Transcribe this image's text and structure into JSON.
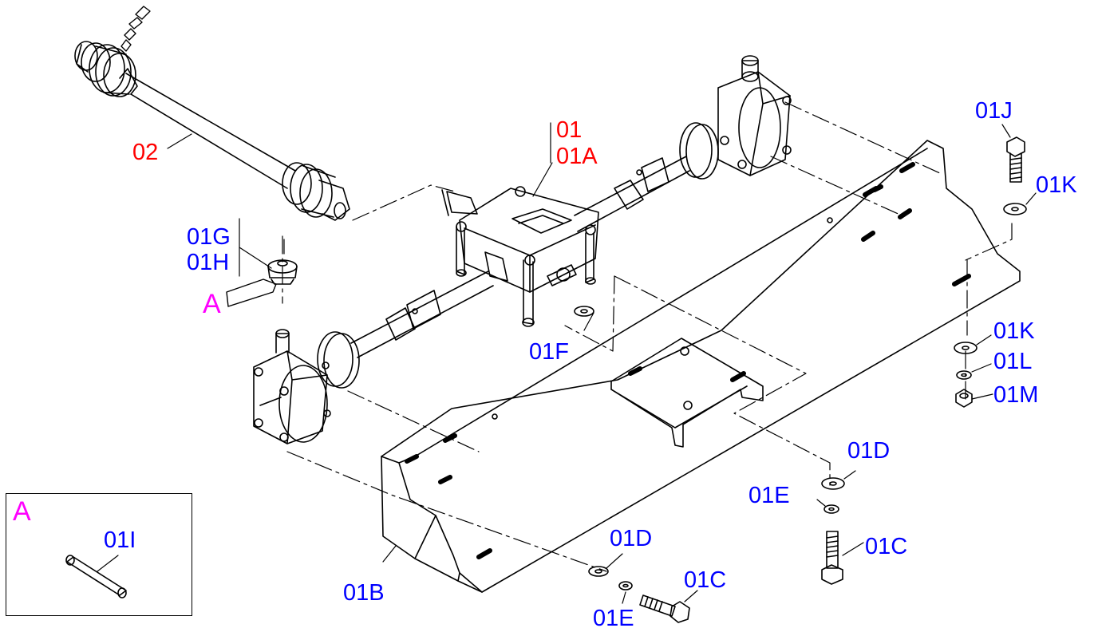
{
  "colors": {
    "line": "#000000",
    "assembly_label": "#ff0000",
    "part_label": "#0000ff",
    "detail_label": "#ff00ff",
    "background": "#ffffff"
  },
  "labels": {
    "pto_shaft": "02",
    "gearbox": "01",
    "gearbox_sub": "01A",
    "part_01G": "01G",
    "part_01H": "01H",
    "part_01F": "01F",
    "part_01J": "01J",
    "part_01K_top": "01K",
    "part_01K_right": "01K",
    "part_01L": "01L",
    "part_01M": "01M",
    "part_01D_right": "01D",
    "part_01E_right": "01E",
    "part_01C_right": "01C",
    "part_01B": "01B",
    "part_01D_bottom": "01D",
    "part_01C_bottom": "01C",
    "part_01E_bottom": "01E"
  },
  "detail": {
    "callout_letter": "A",
    "inset_letter": "A",
    "inset_part": "01I"
  }
}
